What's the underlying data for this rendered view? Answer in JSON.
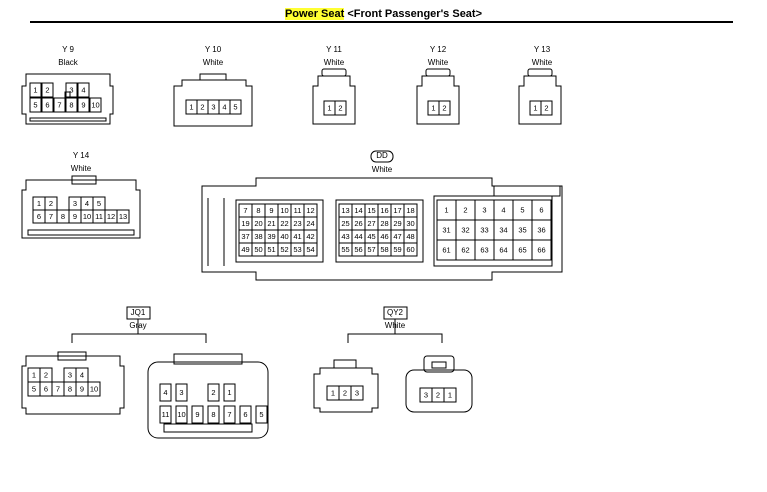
{
  "title": {
    "highlight": "Power Seat",
    "rest": " <Front Passenger's Seat>"
  },
  "connectors": {
    "y9": {
      "code": "Y 9",
      "color": "Black",
      "rows": [
        [
          "1",
          "2",
          "",
          "3",
          "4"
        ],
        [
          "5",
          "6",
          "7",
          "8",
          "9",
          "10"
        ]
      ]
    },
    "y10": {
      "code": "Y 10",
      "color": "White",
      "rows": [
        [
          "1",
          "2",
          "3",
          "4",
          "5"
        ]
      ]
    },
    "y11": {
      "code": "Y 11",
      "color": "White",
      "rows": [
        [
          "1",
          "2"
        ]
      ]
    },
    "y12": {
      "code": "Y 12",
      "color": "White",
      "rows": [
        [
          "1",
          "2"
        ]
      ]
    },
    "y13": {
      "code": "Y 13",
      "color": "White",
      "rows": [
        [
          "1",
          "2"
        ]
      ]
    },
    "y14": {
      "code": "Y 14",
      "color": "White",
      "rows": [
        [
          "1",
          "2",
          "",
          "3",
          "4",
          "5"
        ],
        [
          "6",
          "7",
          "8",
          "9",
          "10",
          "11",
          "12",
          "13"
        ]
      ]
    },
    "dd": {
      "code": "DD",
      "color": "White",
      "blockA": [
        [
          "7",
          "8",
          "9",
          "10",
          "11",
          "12"
        ],
        [
          "19",
          "20",
          "21",
          "22",
          "23",
          "24"
        ],
        [
          "37",
          "38",
          "39",
          "40",
          "41",
          "42"
        ],
        [
          "49",
          "50",
          "51",
          "52",
          "53",
          "54"
        ]
      ],
      "blockB": [
        [
          "13",
          "14",
          "15",
          "16",
          "17",
          "18"
        ],
        [
          "25",
          "26",
          "27",
          "28",
          "29",
          "30"
        ],
        [
          "43",
          "44",
          "45",
          "46",
          "47",
          "48"
        ],
        [
          "55",
          "56",
          "57",
          "58",
          "59",
          "60"
        ]
      ],
      "blockC": [
        [
          "1",
          "2",
          "3",
          "4",
          "5",
          "6"
        ],
        [
          "31",
          "32",
          "33",
          "34",
          "35",
          "36"
        ],
        [
          "61",
          "62",
          "63",
          "64",
          "65",
          "66"
        ]
      ]
    },
    "jq1": {
      "code": "JQ1",
      "color": "Gray",
      "left": [
        [
          "1",
          "2",
          "",
          "3",
          "4"
        ],
        [
          "5",
          "6",
          "7",
          "8",
          "9",
          "10"
        ]
      ],
      "right": [
        [
          "4",
          "3",
          "",
          "2",
          "1"
        ],
        [
          "11",
          "10",
          "9",
          "8",
          "7",
          "6",
          "5"
        ]
      ]
    },
    "qy2": {
      "code": "QY2",
      "color": "White",
      "left": [
        [
          "1",
          "2",
          "3"
        ]
      ],
      "right": [
        [
          "3",
          "2",
          "1"
        ]
      ]
    }
  }
}
